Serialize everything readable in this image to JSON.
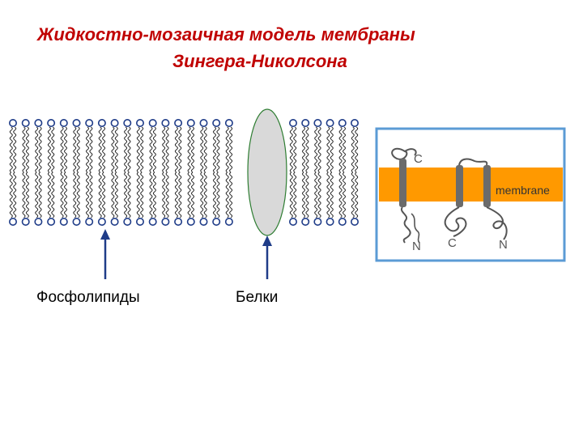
{
  "title": {
    "line1": "Жидкостно-мозаичная модель мембраны",
    "line2": "Зингера-Николсона"
  },
  "labels": {
    "phospholipids": "Фосфолипиды",
    "proteins": "Белки"
  },
  "inset": {
    "membrane_label": "membrane",
    "terminus_labels": [
      "C",
      "N",
      "C",
      "N"
    ]
  },
  "colors": {
    "title": "#c00000",
    "lipid": "#1f3c88",
    "arrow": "#1f3c88",
    "protein_fill": "#d9d9d9",
    "protein_outline": "#2e7d32",
    "inset_border": "#5b9bd5",
    "membrane_band": "#ff9900",
    "helix": "#6b6b6b"
  }
}
